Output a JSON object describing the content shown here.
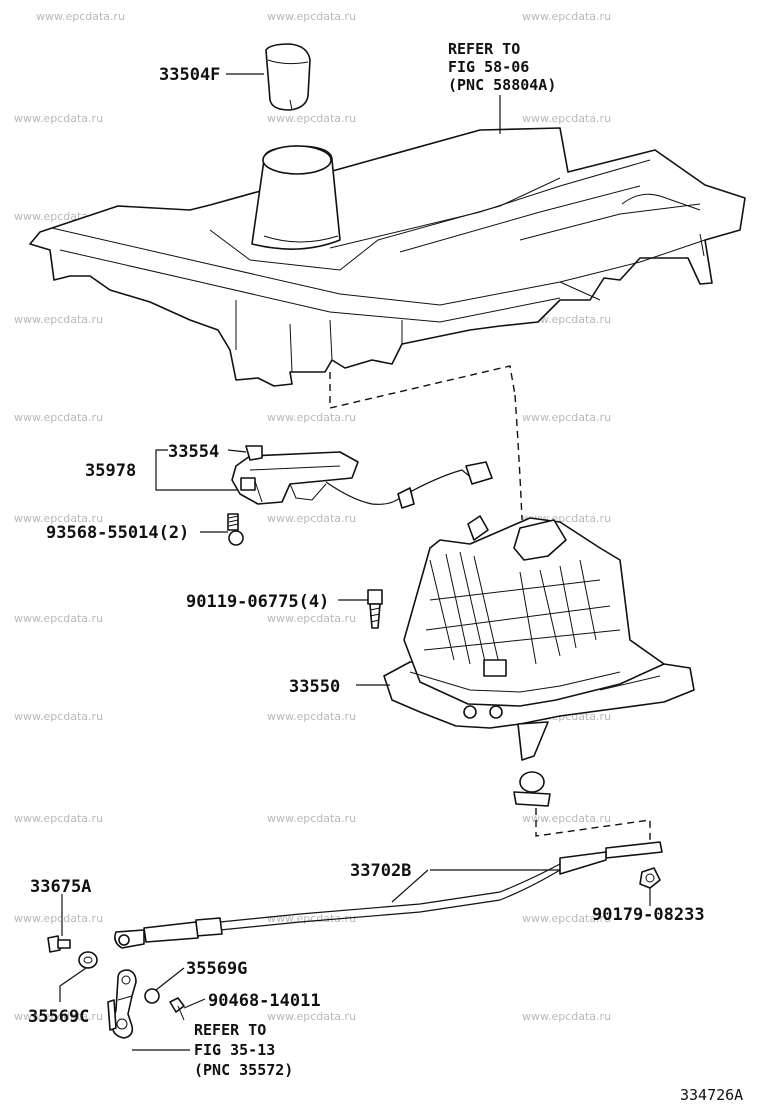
{
  "watermark": "www.epcdata.ru",
  "figure_number": "334726A",
  "labels": {
    "knob": "33504F",
    "indicator": "33554",
    "housing": "35978",
    "screw_93568": "93568-55014(2)",
    "bolt_90119": "90119-06775(4)",
    "shift_lever": "33550",
    "cable": "33702B",
    "retainer": "33675A",
    "nut_90179": "90179-08233",
    "bushing_c": "35569C",
    "bushing_g": "35569G",
    "pin_90468": "90468-14011"
  },
  "refer_top": {
    "line1": "REFER TO",
    "line2": "FIG 58-06",
    "line3": "(PNC 58804A)"
  },
  "refer_bottom": {
    "line1": "REFER TO",
    "line2": "FIG 35-13",
    "line3": "(PNC 35572)"
  }
}
